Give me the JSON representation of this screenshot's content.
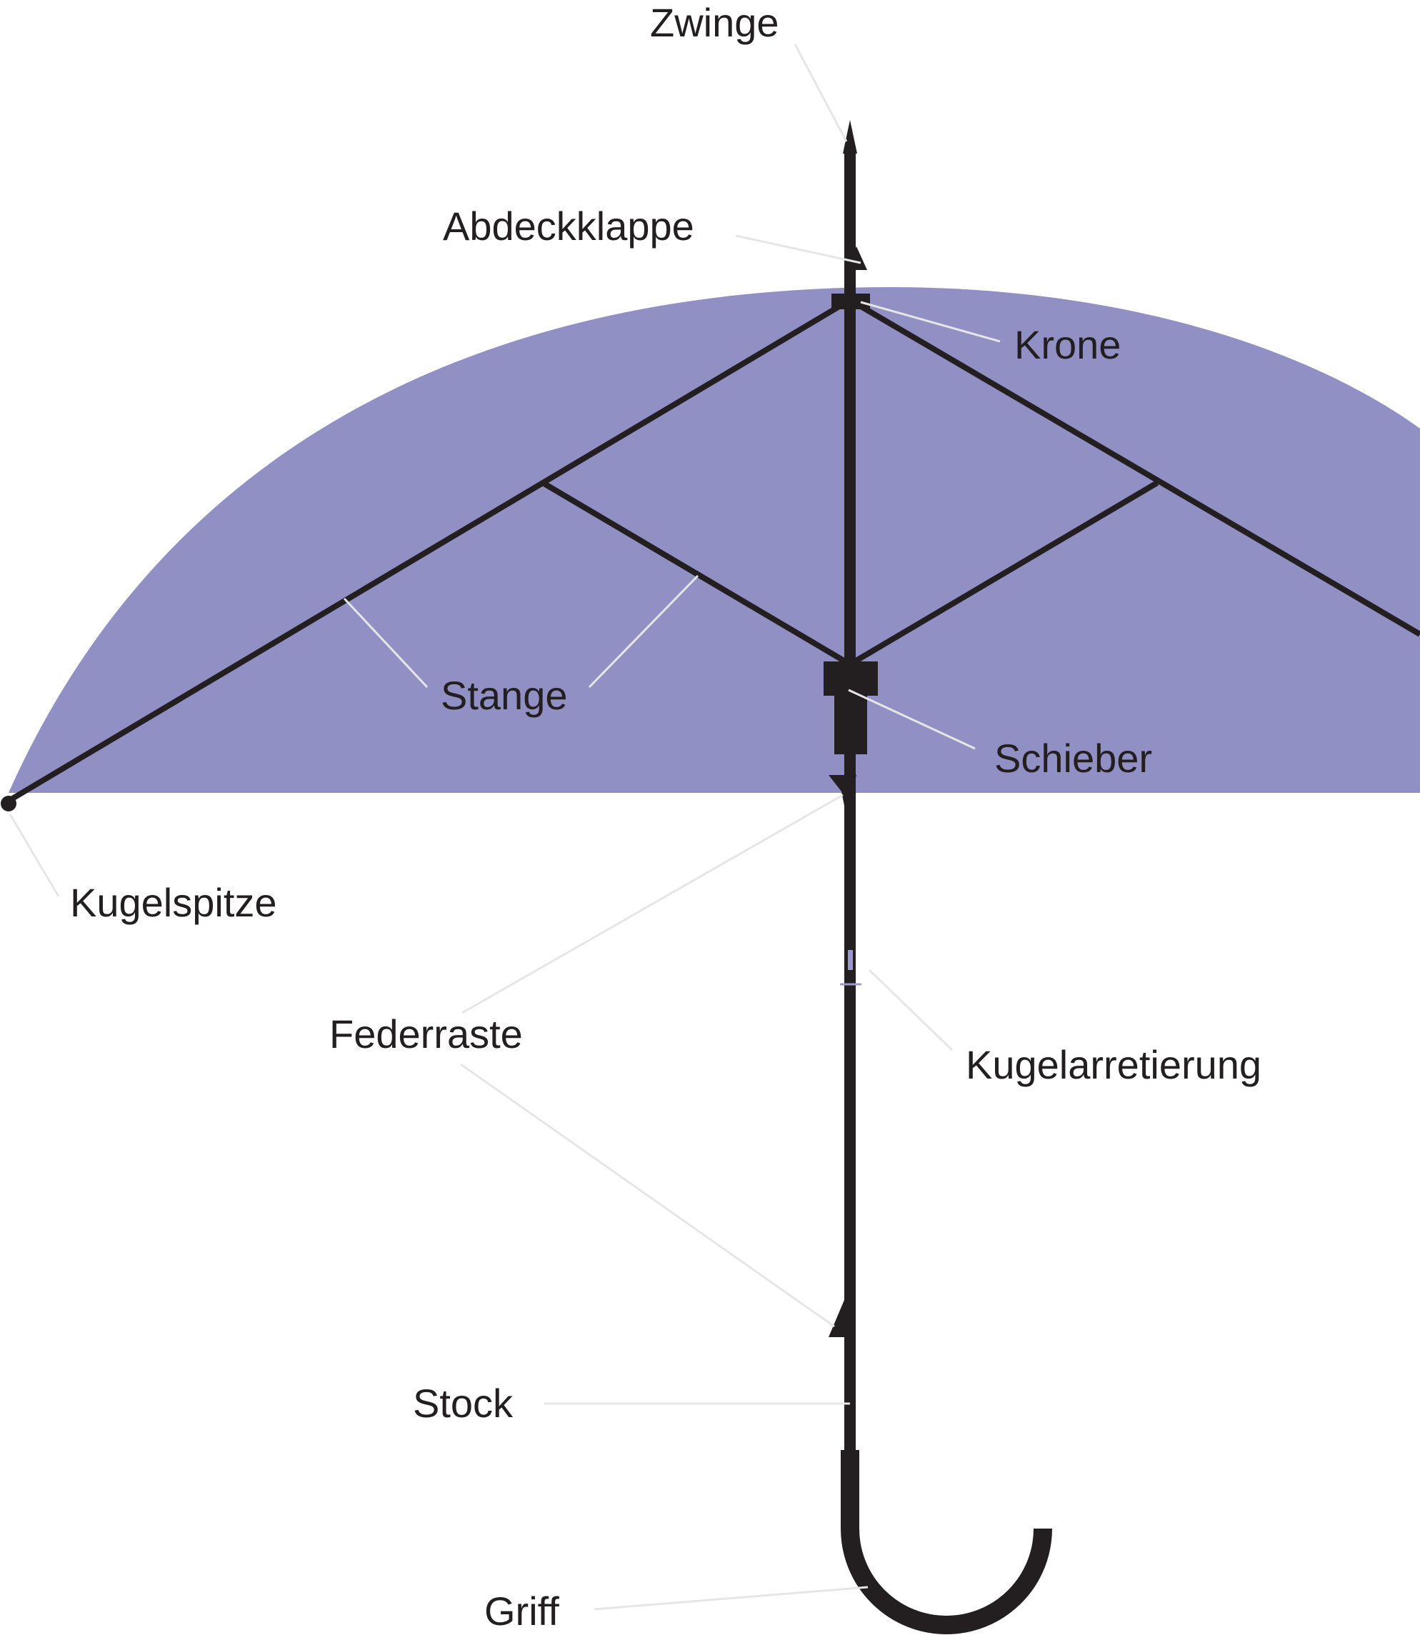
{
  "colors": {
    "canopy": "#9090c4",
    "frame": "#231f20",
    "leader_line": "#e6e6e6",
    "background": "#ffffff",
    "ball_lock_marker": "#9a98cc"
  },
  "labels": {
    "zwinge": "Zwinge",
    "abdeckklappe": "Abdeckklappe",
    "krone": "Krone",
    "stange": "Stange",
    "schieber": "Schieber",
    "kugelspitze": "Kugelspitze",
    "federraste": "Federraste",
    "kugelarretierung": "Kugelarretierung",
    "stock": "Stock",
    "griff": "Griff"
  }
}
